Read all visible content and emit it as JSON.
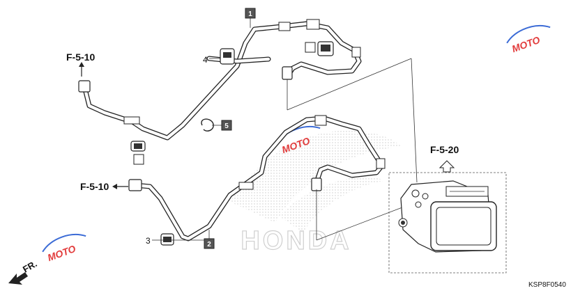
{
  "refs": {
    "f510_top": "F-5-10",
    "f510_bottom": "F-5-10",
    "f520": "F-5-20"
  },
  "callouts": {
    "part1": "1",
    "part2": "2",
    "part3": "3",
    "part4": "4",
    "part5": "5"
  },
  "watermark_text": "HONDA",
  "logo_text_1": "MOTO",
  "diagram_code": "KSP8F0540",
  "direction": "FR."
}
